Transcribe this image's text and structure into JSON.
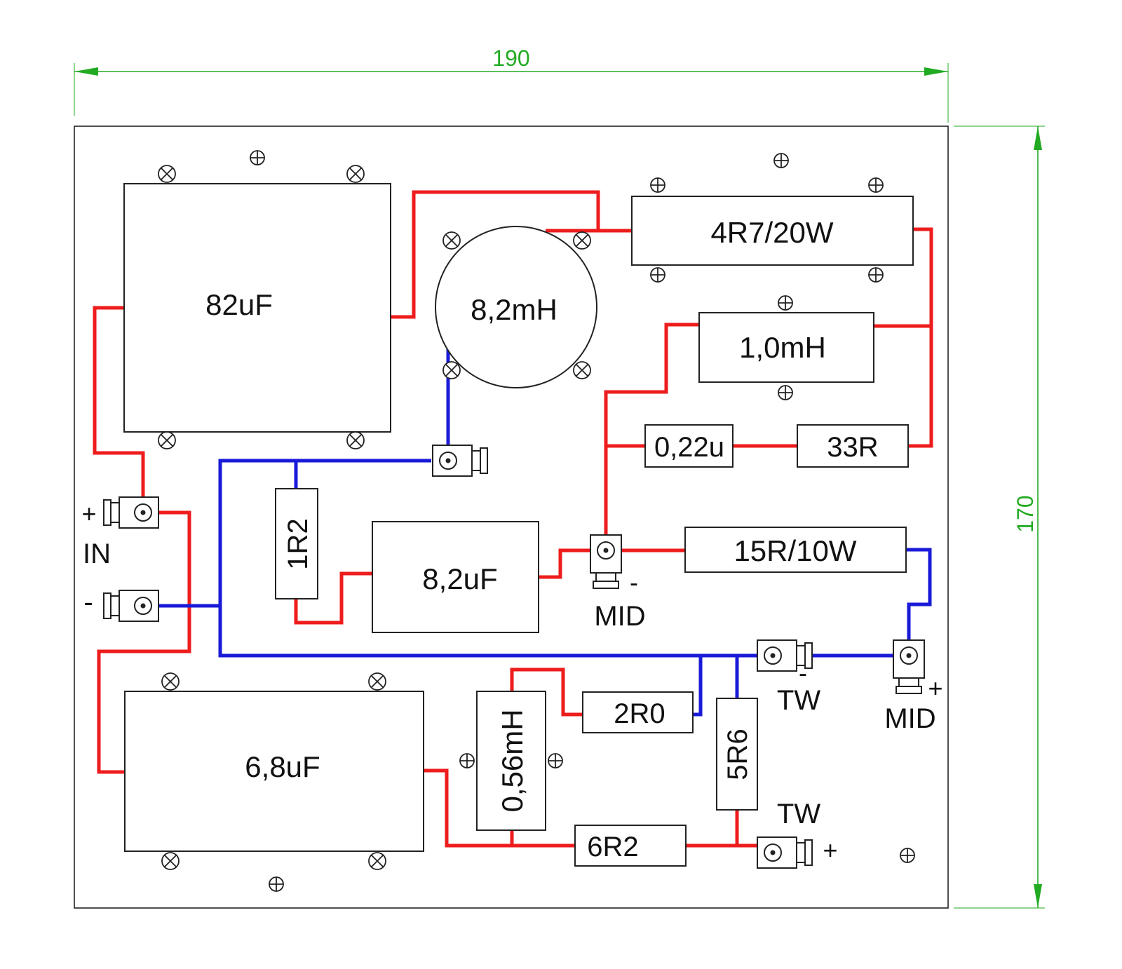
{
  "colors": {
    "positive_wire": "#ee1c1c",
    "negative_wire": "#1a1ad9",
    "dimension": "#22aa22",
    "outline": "#222222"
  },
  "dimensions": {
    "width": "190",
    "height": "170"
  },
  "components": {
    "c_82uf": "82uF",
    "l_8m2": "8,2mH",
    "r_4r7": "4R7/20W",
    "l_1m0": "1,0mH",
    "c_0u22": "0,22u",
    "r_33": "33R",
    "r_1r2": "1R2",
    "c_8u2": "8,2uF",
    "r_15": "15R/10W",
    "c_6u8": "6,8uF",
    "l_0m56": "0,56mH",
    "r_2r0": "2R0",
    "r_5r6": "5R6",
    "r_6r2": "6R2"
  },
  "terminals": {
    "in_plus": "+",
    "in_label": "IN",
    "in_minus": "-",
    "mid_minus_sign": "-",
    "mid_minus_label": "MID",
    "tw_minus_sign": "-",
    "tw_minus_label": "TW",
    "mid_plus_sign": "+",
    "mid_plus_label": "MID",
    "tw_plus_label": "TW",
    "tw_plus_sign": "+"
  },
  "icons": {
    "screw_hole": "crossed-circle-icon",
    "mount_hole": "plus-circle-icon",
    "terminal": "faston-terminal-icon"
  }
}
